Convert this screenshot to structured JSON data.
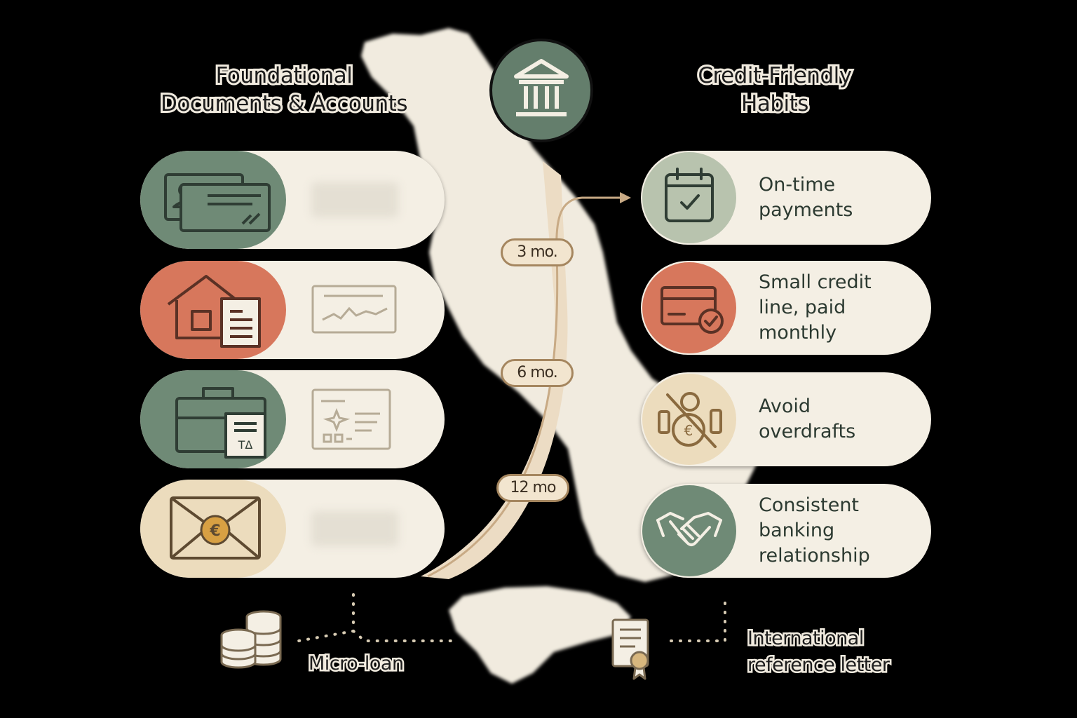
{
  "left_heading": {
    "line1": "Foundational",
    "line2": "Documents & Accounts"
  },
  "right_heading": {
    "line1": "Credit-Friendly",
    "line2": "Habits"
  },
  "documents": [
    {
      "icon": "id-card-icon",
      "secondary_icon": "blurred-placeholder",
      "color": "#6f8a76"
    },
    {
      "icon": "house-document-icon",
      "secondary_icon": "chart-card-icon",
      "color": "#d7775c"
    },
    {
      "icon": "briefcase-tax-icon",
      "secondary_icon": "certificate-card-icon",
      "color": "#6f8a76",
      "tax_text": "TΔ"
    },
    {
      "icon": "euro-envelope-icon",
      "secondary_icon": "blurred-placeholder",
      "color": "#ecdcbd"
    }
  ],
  "timeline": [
    "3 mo.",
    "6 mo.",
    "12 mo"
  ],
  "habits": [
    {
      "label": "On-time\npayments",
      "icon": "calendar-check-icon",
      "color": "#b8c3ae"
    },
    {
      "label": "Small credit\nline, paid monthly",
      "icon": "credit-card-check-icon",
      "color": "#d7775c"
    },
    {
      "label": "Avoid\noverdrafts",
      "icon": "no-coins-icon",
      "color": "#ecdcbd"
    },
    {
      "label": "Consistent\nbanking\nrelationship",
      "icon": "handshake-icon",
      "color": "#6f8a76"
    }
  ],
  "bottom": {
    "microloan": {
      "label": "Micro-loan",
      "icon": "coin-stacks-icon"
    },
    "reference": {
      "line1": "International",
      "line2": "reference letter",
      "icon": "certificate-icon"
    }
  },
  "bank_icon": "bank-icon",
  "colors": {
    "sage": "#6f8a76",
    "terracotta": "#d7775c",
    "sand": "#ecdcbd",
    "cream": "#f4efe4",
    "ink": "#3c4a40"
  }
}
